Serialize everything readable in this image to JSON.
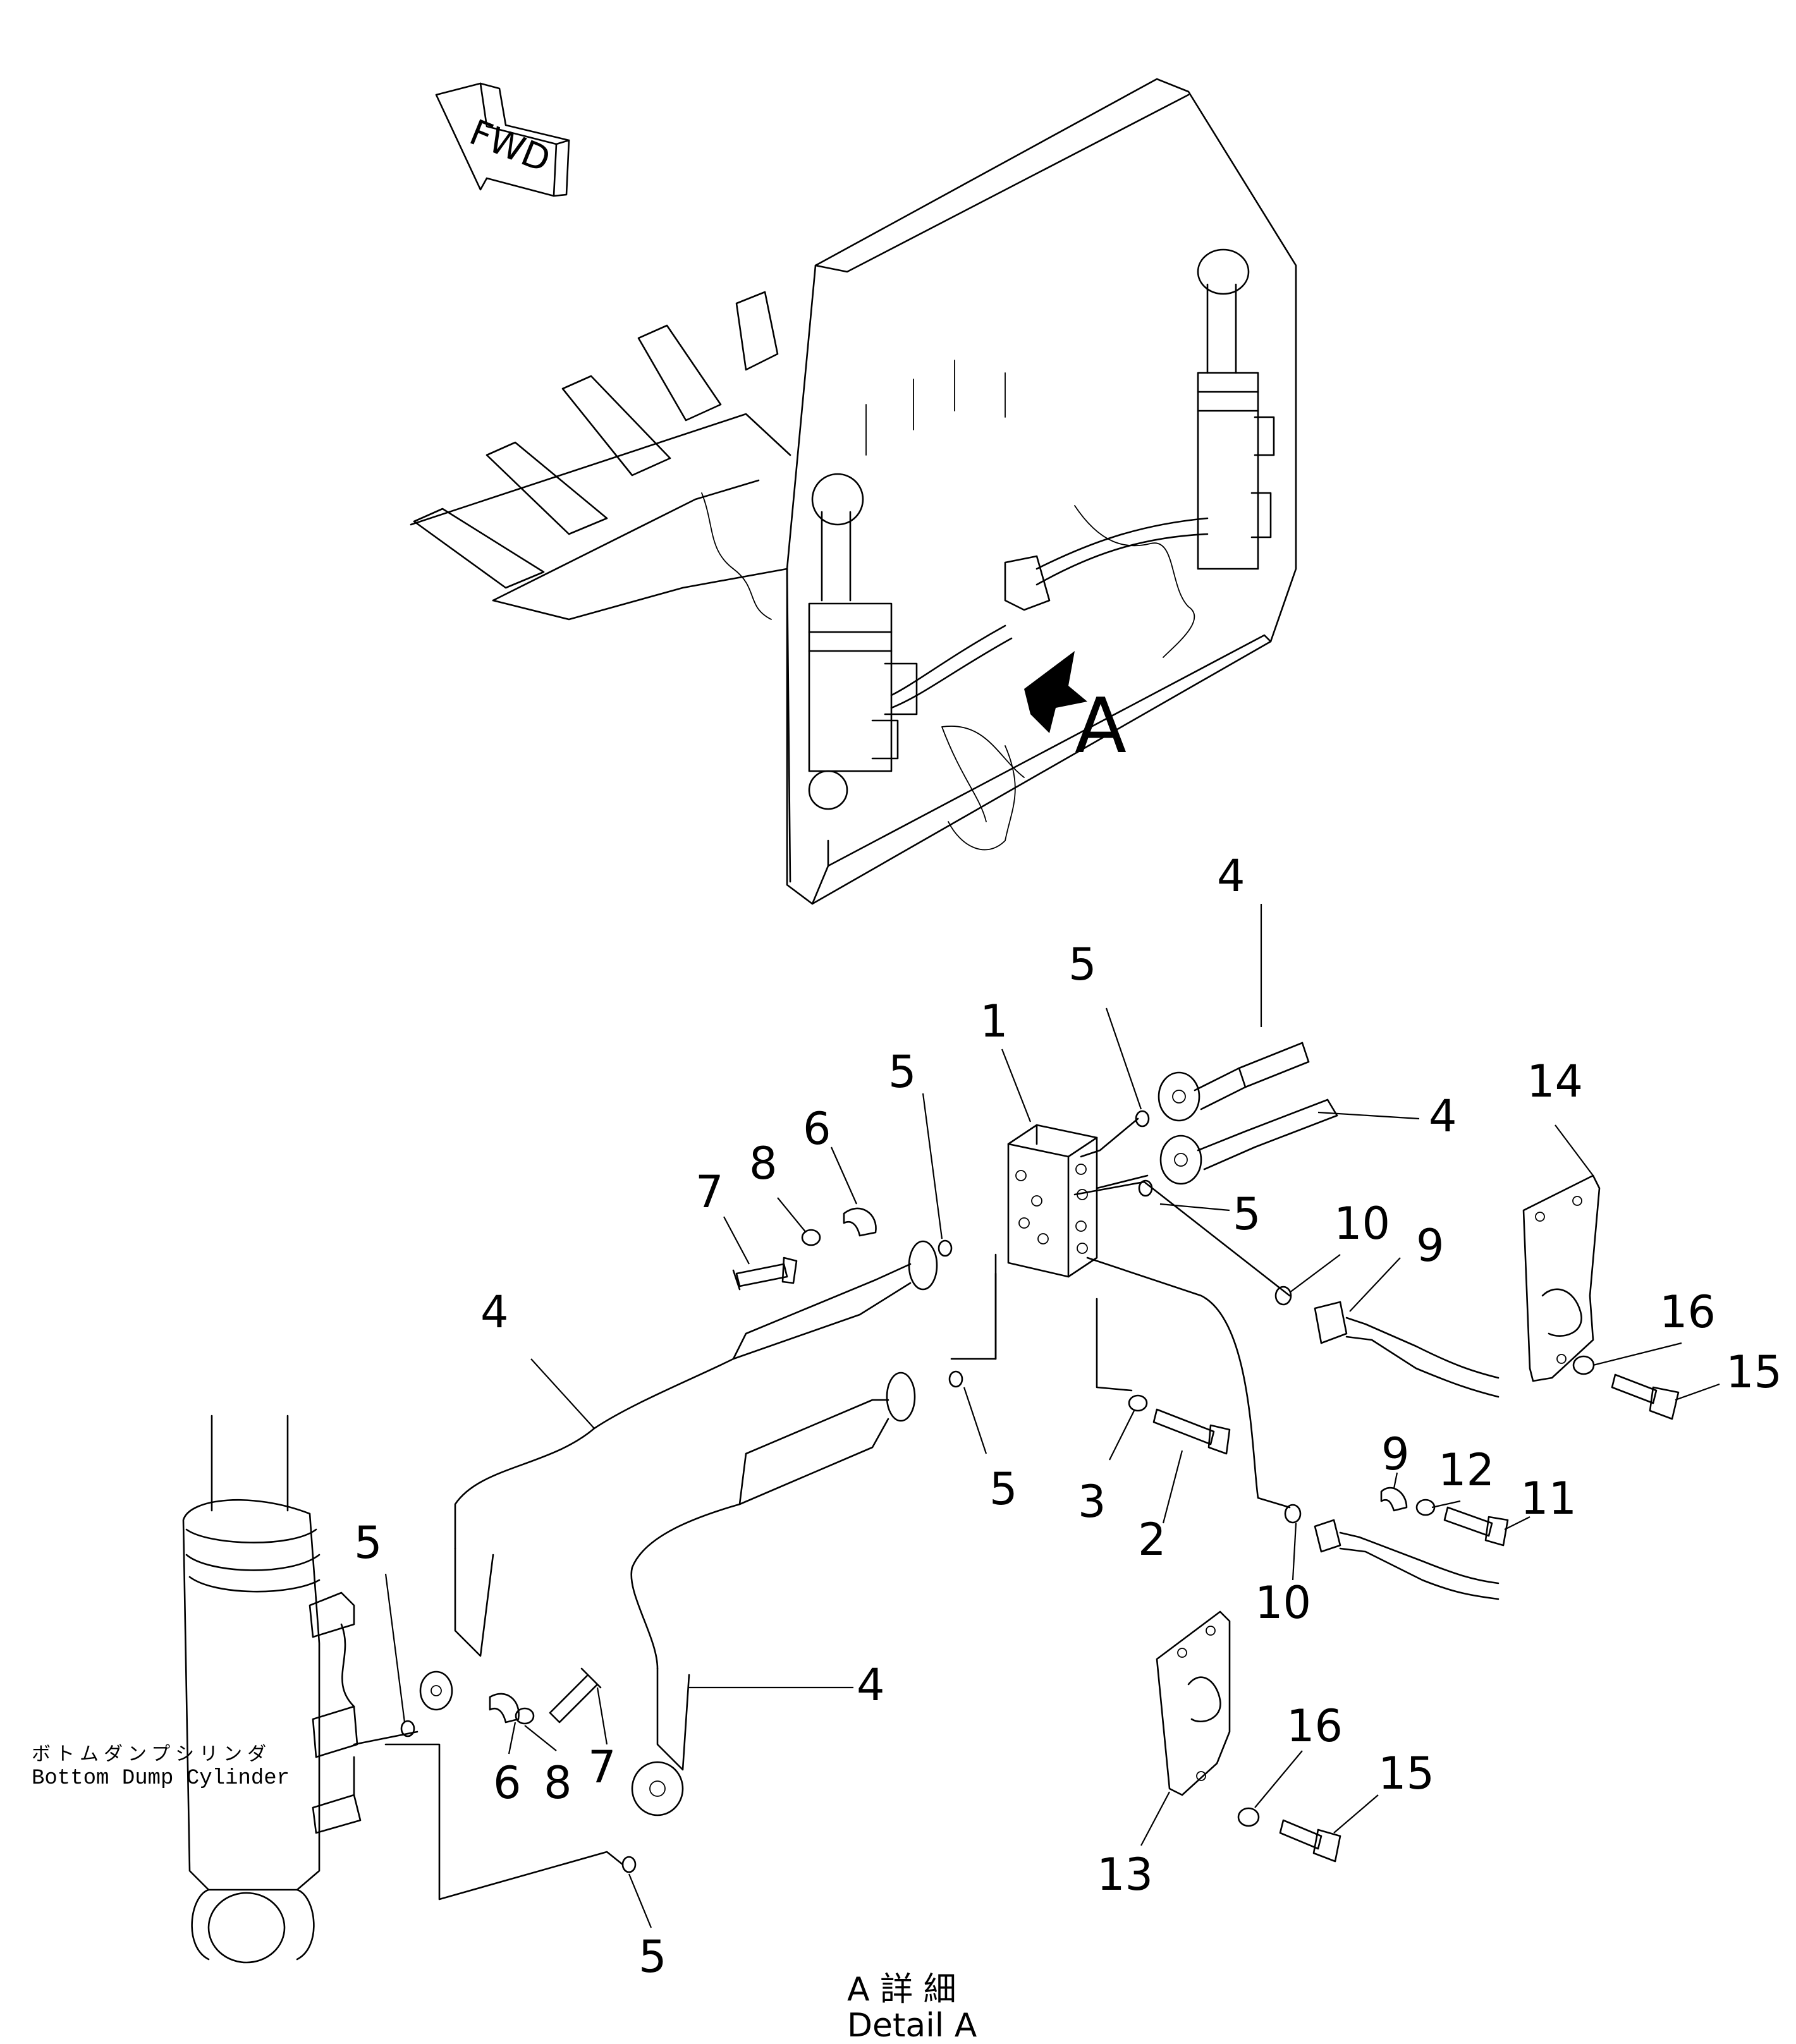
{
  "direction_marker": {
    "text": "FWD"
  },
  "view_marker": {
    "letter": "A"
  },
  "callouts": {
    "c1": "1",
    "c2": "2",
    "c3": "3",
    "c4a": "4",
    "c4b": "4",
    "c4c": "4",
    "c4d": "4",
    "c5a": "5",
    "c5b": "5",
    "c5c": "5",
    "c5d": "5",
    "c5e": "5",
    "c5f": "5",
    "c6a": "6",
    "c6b": "6",
    "c7a": "7",
    "c7b": "7",
    "c8a": "8",
    "c8b": "8",
    "c9a": "9",
    "c9b": "9",
    "c10a": "10",
    "c10b": "10",
    "c11": "11",
    "c12": "12",
    "c13": "13",
    "c14": "14",
    "c15a": "15",
    "c15b": "15",
    "c16a": "16",
    "c16b": "16"
  },
  "cylinder_label": {
    "japanese": "ボトムダンプシリンダ",
    "english": "Bottom Dump Cylinder"
  },
  "detail_caption": {
    "japanese": "A 詳 細",
    "english": "Detail A"
  }
}
